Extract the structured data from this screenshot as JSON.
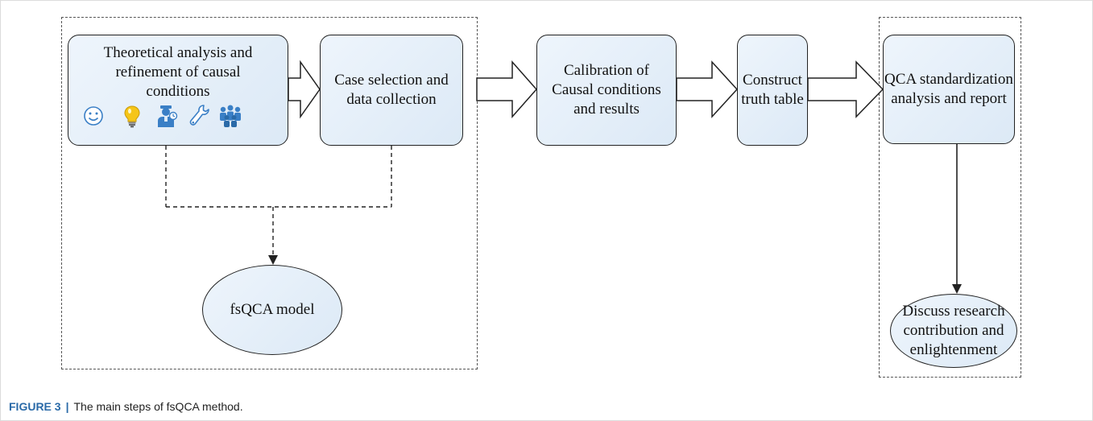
{
  "figure": {
    "caption_label": "FIGURE 3",
    "caption_separator": "|",
    "caption_text": "The main steps of fsQCA method."
  },
  "steps": {
    "theoretical": "Theoretical analysis and\nrefinement of causal\nconditions",
    "case_selection": "Case selection and\ndata collection",
    "calibration": "Calibration of\nCausal conditions\nand results",
    "truth_table": "Construct\ntruth table",
    "qca_report": "QCA standardization\nanalysis and report",
    "fsqca_model": "fsQCA model",
    "discuss": "Discuss research\ncontribution and\nenlightenment"
  },
  "icons": [
    "smiley-icon",
    "lightbulb-icon",
    "agent-icon",
    "wrench-icon",
    "people-group-icon"
  ],
  "colors": {
    "box_fill_light": "#eef5fc",
    "box_fill_dark": "#dce9f6",
    "icon_blue": "#3a7fc6",
    "bulb_yellow": "#f5c518",
    "caption_accent": "#2a6aa8"
  }
}
